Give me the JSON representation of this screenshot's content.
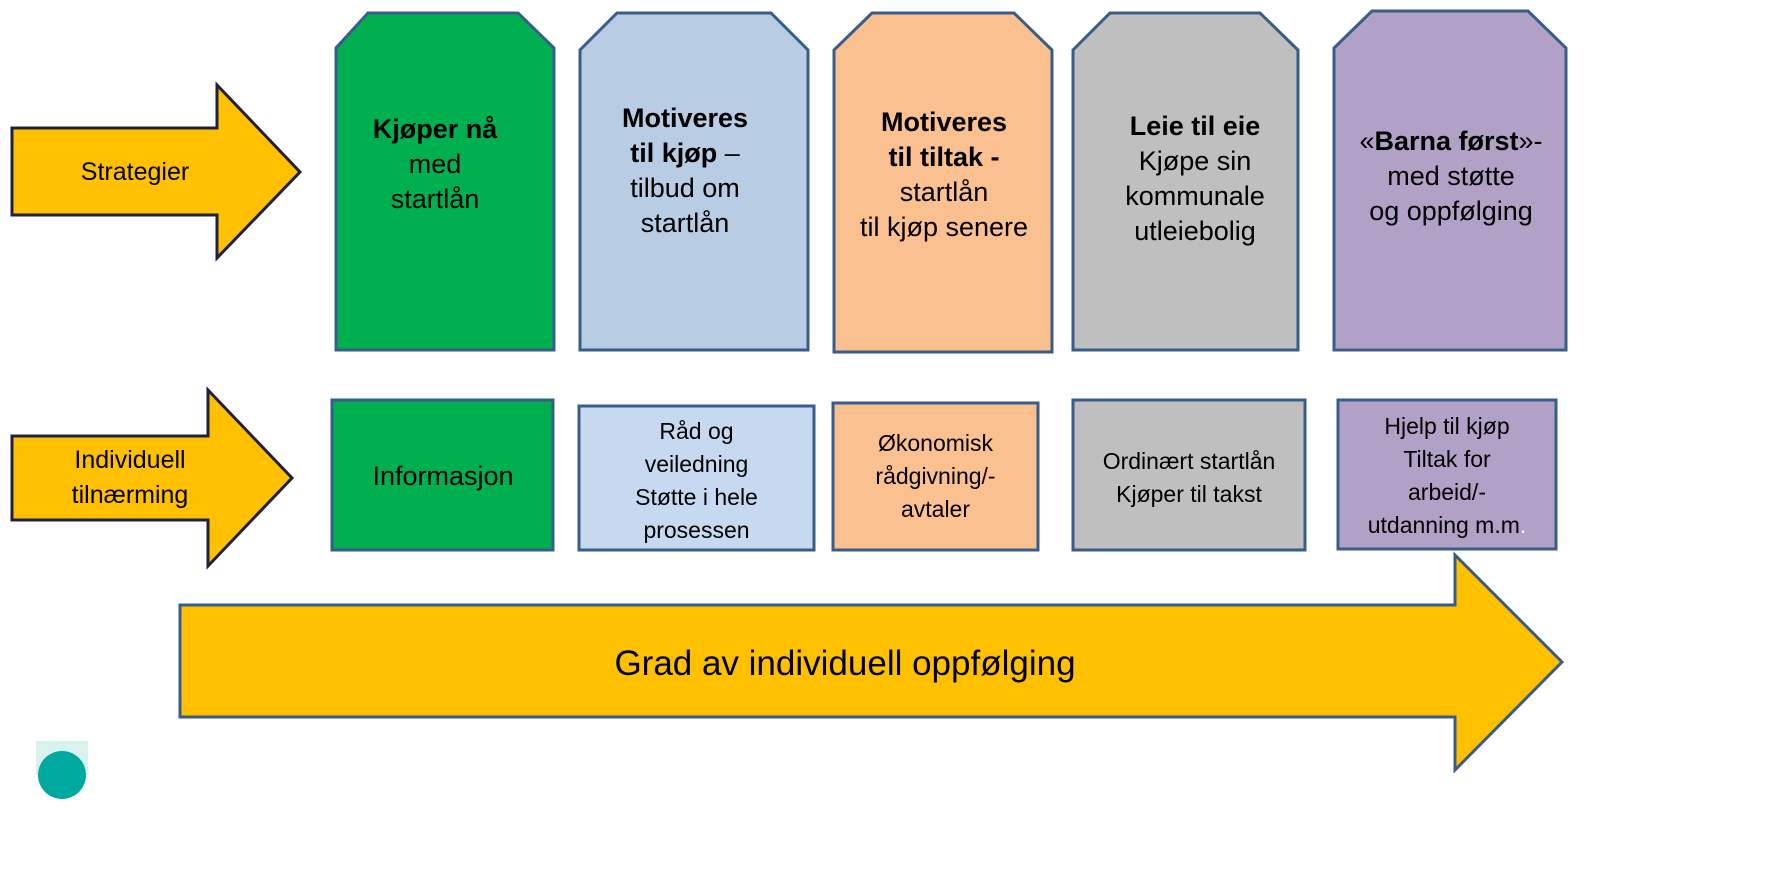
{
  "arrows": {
    "strategies": "Strategier",
    "individual_line1": "Individuell",
    "individual_line2": "tilnærming",
    "bottom": "Grad av individuell oppfølging"
  },
  "strategies": [
    {
      "bold": "Kjøper nå",
      "lines": [
        "med",
        "startlån"
      ],
      "color": "#00B050"
    },
    {
      "bold_lines": [
        "Motiveres",
        "til kjøp"
      ],
      "suffix": " –",
      "lines": [
        "tilbud om",
        "startlån"
      ],
      "color": "#B8CCE4"
    },
    {
      "bold_lines": [
        "Motiveres",
        "til tiltak -"
      ],
      "lines": [
        "startlån",
        "til kjøp senere"
      ],
      "color": "#FAC090"
    },
    {
      "bold": "Leie til eie",
      "lines": [
        "Kjøpe sin",
        "kommunale",
        "utleiebolig"
      ],
      "color": "#BFBFBF"
    },
    {
      "prefix": "«",
      "bold": "Barna først",
      "suffix": "»-",
      "lines": [
        "med støtte",
        "og oppfølging"
      ],
      "color": "#B2A1C7"
    }
  ],
  "approaches": [
    {
      "lines": [
        "Informasjon"
      ],
      "color": "#00B050"
    },
    {
      "lines": [
        "Råd og",
        "veiledning",
        "Støtte i hele",
        "prosessen"
      ],
      "color": "#C6D9F1"
    },
    {
      "lines": [
        "Økonomisk",
        "rådgivning/-",
        "avtaler"
      ],
      "color": "#FAC090"
    },
    {
      "lines": [
        "Ordinært startlån",
        "Kjøper til takst"
      ],
      "color": "#BFBFBF"
    },
    {
      "lines": [
        "Hjelp til kjøp",
        "Tiltak for",
        "arbeid/-",
        "utdanning m.m"
      ],
      "trailing_dot": ".",
      "color": "#B2A1C7"
    }
  ],
  "colors": {
    "arrow_fill": "#FFC000",
    "border": "#385D8A",
    "logo": "#00A99D"
  }
}
